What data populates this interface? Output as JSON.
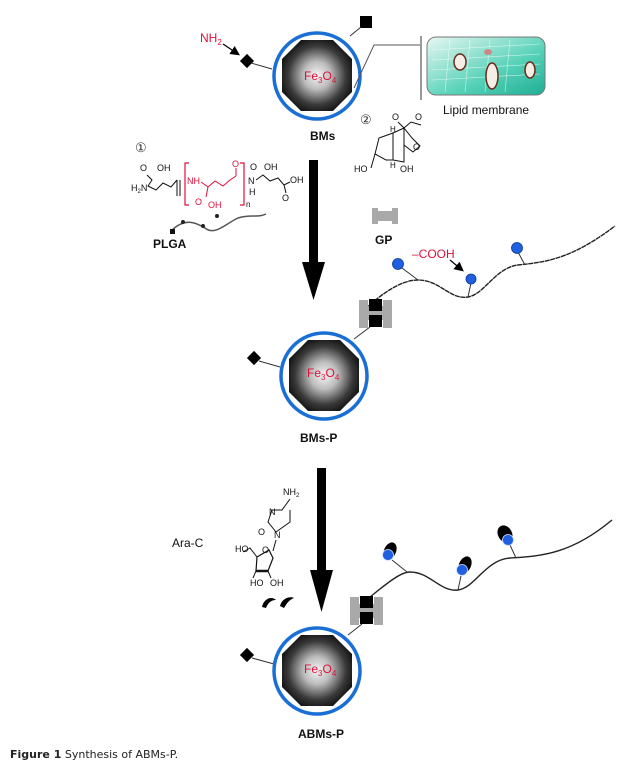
{
  "figure": {
    "caption_label": "Figure 1",
    "caption_text": "Synthesis of ABMs-P.",
    "colors": {
      "shell_blue": "#1a6fd6",
      "chem_red": "#e0103a",
      "core_dark": "#1a1a1a",
      "gp_gray": "#a9a9a9",
      "bead_blue": "#1f5fe0",
      "membrane_teal": "#3cc9b0"
    },
    "stage1": {
      "core_label_main": "Fe",
      "core_sub1": "3",
      "core_mid": "O",
      "core_sub2": "4",
      "particle_name": "BMs",
      "amine_label": "NH",
      "amine_sub": "2",
      "membrane_label": "Lipid membrane"
    },
    "reagents1": {
      "marker1": "①",
      "marker2": "②",
      "plga_label": "PLGA",
      "gp_label": "GP",
      "cooh_label": "–COOH",
      "polymer_n": "n",
      "atoms": {
        "O": "O",
        "OH": "OH",
        "NH": "NH",
        "H2N": "H",
        "N": "N",
        "H": "H",
        "HO": "HO",
        "two": "2"
      }
    },
    "stage2": {
      "particle_name": "BMs-P"
    },
    "reagents2": {
      "drug_label": "Ara-C",
      "nh2": "NH",
      "sub2": "2"
    },
    "stage3": {
      "particle_name": "ABMs-P"
    }
  }
}
